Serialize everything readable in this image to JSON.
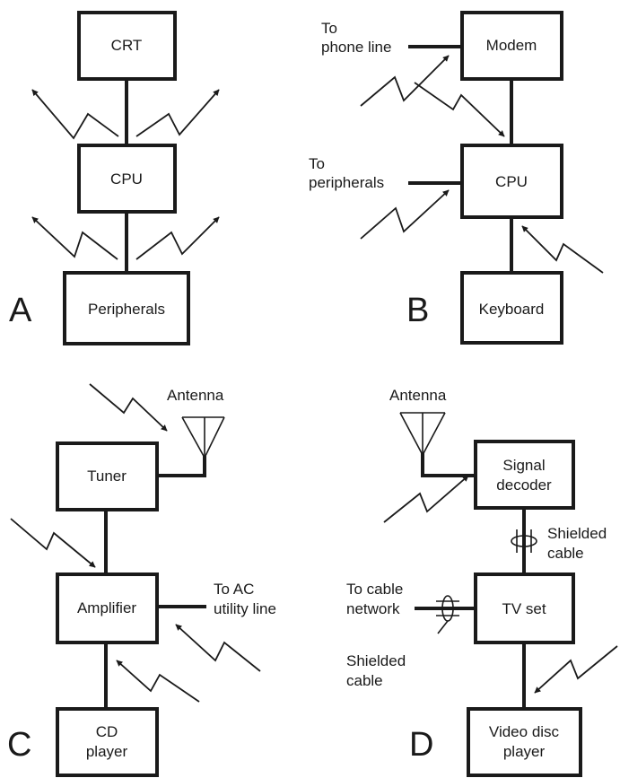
{
  "panels": {
    "a": {
      "letter": "A",
      "boxes": {
        "crt": "CRT",
        "cpu": "CPU",
        "peripherals": "Peripherals"
      }
    },
    "b": {
      "letter": "B",
      "boxes": {
        "modem": "Modem",
        "cpu": "CPU",
        "keyboard": "Keyboard"
      },
      "phone_label": [
        "To",
        "phone line"
      ],
      "peripherals_label": [
        "To",
        "peripherals"
      ]
    },
    "c": {
      "letter": "C",
      "boxes": {
        "tuner": "Tuner",
        "amplifier": "Amplifier",
        "cd_player": [
          "CD",
          "player"
        ]
      },
      "antenna_label": "Antenna",
      "ac_label": [
        "To AC",
        "utility line"
      ]
    },
    "d": {
      "letter": "D",
      "boxes": {
        "signal_decoder": [
          "Signal",
          "decoder"
        ],
        "tv_set": "TV set",
        "video_disc_player": [
          "Video disc",
          "player"
        ]
      },
      "antenna_label": "Antenna",
      "shielded_cable_top": [
        "Shielded",
        "cable"
      ],
      "cable_network_label": [
        "To cable",
        "network"
      ],
      "shielded_cable_bottom": [
        "Shielded",
        "cable"
      ]
    }
  }
}
